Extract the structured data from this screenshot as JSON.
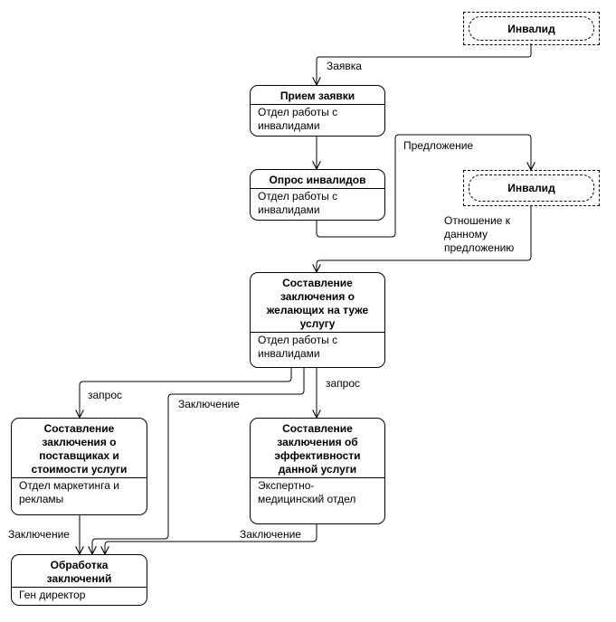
{
  "entities": {
    "invalid_top": "Инвалид",
    "invalid_mid": "Инвалид"
  },
  "processes": {
    "p1": {
      "title": "Прием заявки",
      "dept": "Отдел работы с инвалидами"
    },
    "p2": {
      "title": "Опрос инвалидов",
      "dept": "Отдел работы с инвалидами"
    },
    "p3": {
      "title": "Составление заключения о желающих на туже услугу",
      "dept": "Отдел работы с инвалидами"
    },
    "p4": {
      "title": "Составление заключения о поставщиках и стоимости услуги",
      "dept": "Отдел маркетинга и рекламы"
    },
    "p5": {
      "title": "Составление заключения об эффективности данной услуги",
      "dept": "Экспертно-медицинский отдел"
    },
    "p6": {
      "title": "Обработка заключений",
      "dept": "Ген директор"
    }
  },
  "flows": {
    "zayavka": "Заявка",
    "predlozhenie": "Предложение",
    "otnoshenie": "Отношение к данному предложению",
    "zapros_left": "запрос",
    "zapros_right": "запрос",
    "zakl_mid": "Заключение",
    "zakl_left": "Заключение",
    "zakl_right": "Заключение"
  }
}
